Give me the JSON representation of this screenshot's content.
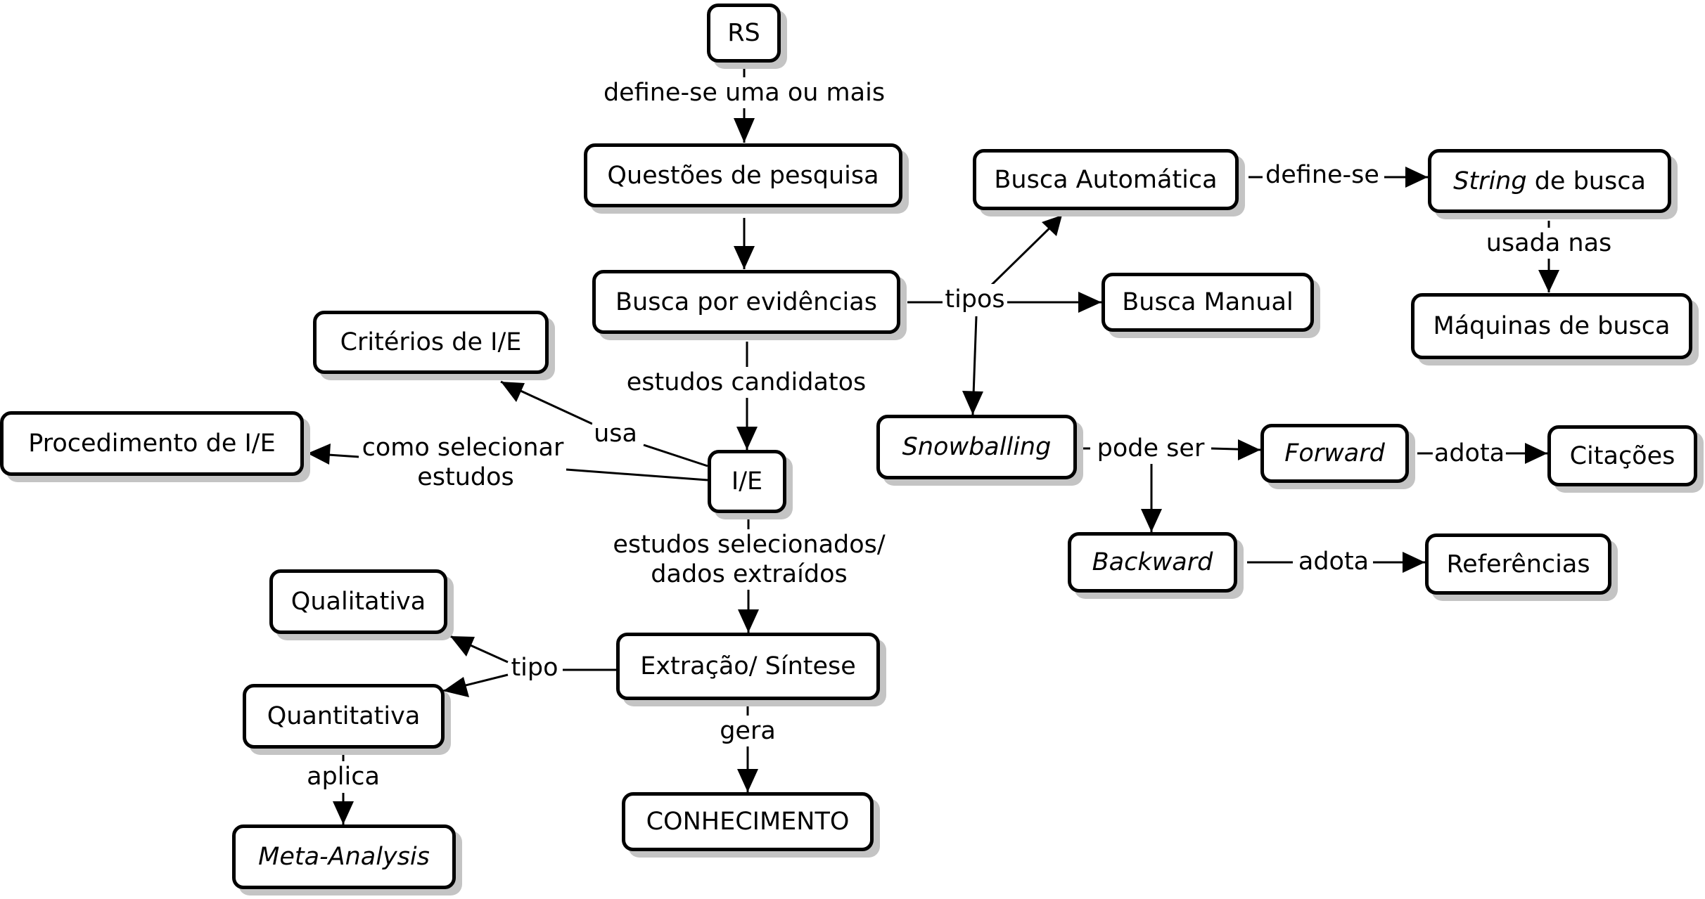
{
  "nodes": {
    "rs": "RS",
    "questoes": "Questões de pesquisa",
    "busca_evidencias": "Busca por evidências",
    "busca_automatica": "Busca Automática",
    "string_busca_italic": "String",
    "string_busca_rest": " de busca",
    "maquinas": "Máquinas de busca",
    "busca_manual": "Busca Manual",
    "snowballing": "Snowballing",
    "forward": "Forward",
    "citacoes": "Citações",
    "backward": "Backward",
    "referencias": "Referências",
    "criterios": "Critérios de I/E",
    "procedimento": "Procedimento de I/E",
    "ie": "I/E",
    "qualitativa": "Qualitativa",
    "quantitativa": "Quantitativa",
    "meta": "Meta-Analysis",
    "extracao": "Extração/ Síntese",
    "conhecimento": "CONHECIMENTO"
  },
  "labels": {
    "define_uma": "define-se uma ou mais",
    "tipos": "tipos",
    "define_se": "define-se",
    "usada_nas": "usada nas",
    "pode_ser": "pode ser",
    "adota_forward": "adota",
    "adota_backward": "adota",
    "estudos_candidatos": "estudos candidatos",
    "usa": "usa",
    "como_selecionar_1": "como selecionar",
    "como_selecionar_2": "estudos",
    "estudos_selecionados_1": "estudos selecionados/",
    "estudos_selecionados_2": "dados extraídos",
    "tipo": "tipo",
    "aplica": "aplica",
    "gera": "gera"
  }
}
